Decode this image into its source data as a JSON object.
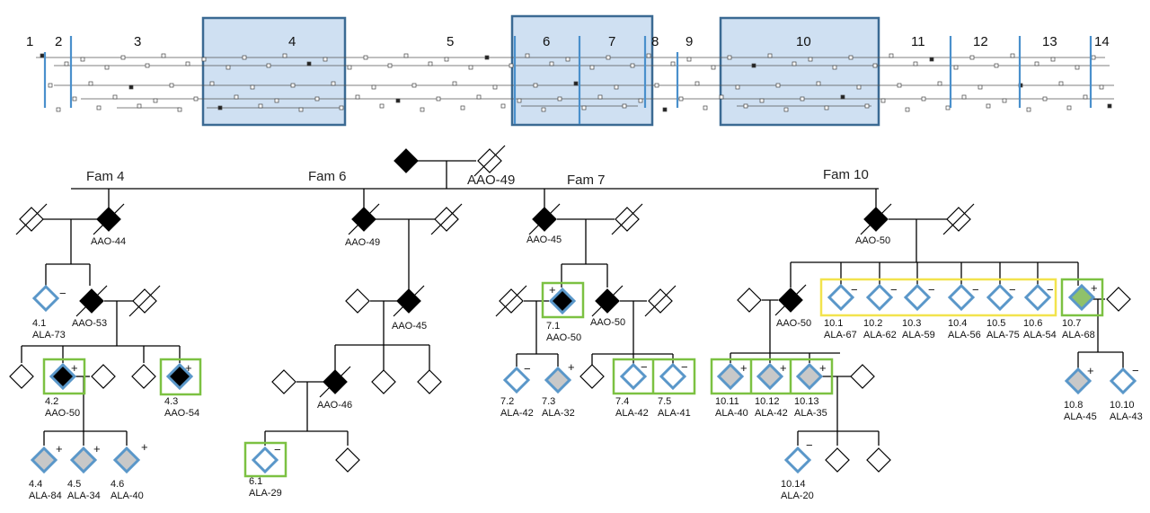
{
  "overview": {
    "segments": [
      "1",
      "2",
      "3",
      "4",
      "5",
      "6",
      "7",
      "8",
      "9",
      "10",
      "11",
      "12",
      "13",
      "14"
    ],
    "highlighted": [
      "4",
      "6",
      "7",
      "10"
    ]
  },
  "founder": {
    "label": "AAO-49"
  },
  "families": {
    "fam4": {
      "title": "Fam 4",
      "parent": "AAO-44",
      "m41_id": "4.1",
      "m41_lab": "ALA-73",
      "m41_sign": "−",
      "aao53": "AAO-53",
      "m42_id": "4.2",
      "m42_lab": "AAO-50",
      "m42_sign": "+",
      "m43_id": "4.3",
      "m43_lab": "AAO-54",
      "m43_sign": "+",
      "m44_id": "4.4",
      "m44_lab": "ALA-84",
      "m44_sign": "+",
      "m45_id": "4.5",
      "m45_lab": "ALA-34",
      "m45_sign": "+",
      "m46_id": "4.6",
      "m46_lab": "ALA-40",
      "m46_sign": "+"
    },
    "fam6": {
      "title": "Fam 6",
      "parent": "AAO-49",
      "aao45": "AAO-45",
      "aao46": "AAO-46",
      "m61_id": "6.1",
      "m61_lab": "ALA-29",
      "m61_sign": "−"
    },
    "fam7": {
      "title": "Fam 7",
      "parent": "AAO-45",
      "m71_id": "7.1",
      "m71_lab": "AAO-50",
      "m71_sign": "+",
      "aao50": "AAO-50",
      "m72_id": "7.2",
      "m72_lab": "ALA-42",
      "m72_sign": "−",
      "m73_id": "7.3",
      "m73_lab": "ALA-32",
      "m73_sign": "+",
      "m74_id": "7.4",
      "m74_lab": "ALA-42",
      "m74_sign": "−",
      "m75_id": "7.5",
      "m75_lab": "ALA-41",
      "m75_sign": "−"
    },
    "fam10": {
      "title": "Fam 10",
      "parent": "AAO-50",
      "aao50b": "AAO-50",
      "m101_id": "10.1",
      "m101_lab": "ALA-67",
      "m102_id": "10.2",
      "m102_lab": "ALA-62",
      "m103_id": "10.3",
      "m103_lab": "ALA-59",
      "m104_id": "10.4",
      "m104_lab": "ALA-56",
      "m105_id": "10.5",
      "m105_lab": "ALA-75",
      "m106_id": "10.6",
      "m106_lab": "ALA-54",
      "m107_id": "10.7",
      "m107_lab": "ALA-68",
      "m107_sign": "+",
      "m108_id": "10.8",
      "m108_lab": "ALA-45",
      "m108_sign": "+",
      "m1010_id": "10.10",
      "m1010_lab": "ALA-43",
      "m1010_sign": "−",
      "m1011_id": "10.11",
      "m1011_lab": "ALA-40",
      "m1011_sign": "+",
      "m1012_id": "10.12",
      "m1012_lab": "ALA-42",
      "m1012_sign": "+",
      "m1013_id": "10.13",
      "m1013_lab": "ALA-35",
      "m1013_sign": "+",
      "m1014_id": "10.14",
      "m1014_lab": "ALA-20",
      "m1014_sign": "−",
      "neg": "−"
    }
  },
  "colors": {
    "affected": "#000000",
    "carrier_fill": "#c8c8c8",
    "tested_outline": "#5a97c9",
    "green_box": "#7cc142",
    "yellow_box": "#f2e34d",
    "overview_highlight": "#cfe0f2",
    "overview_border": "#3b6a93",
    "divider": "#4a90cc",
    "green_fill": "#8fc16b"
  }
}
